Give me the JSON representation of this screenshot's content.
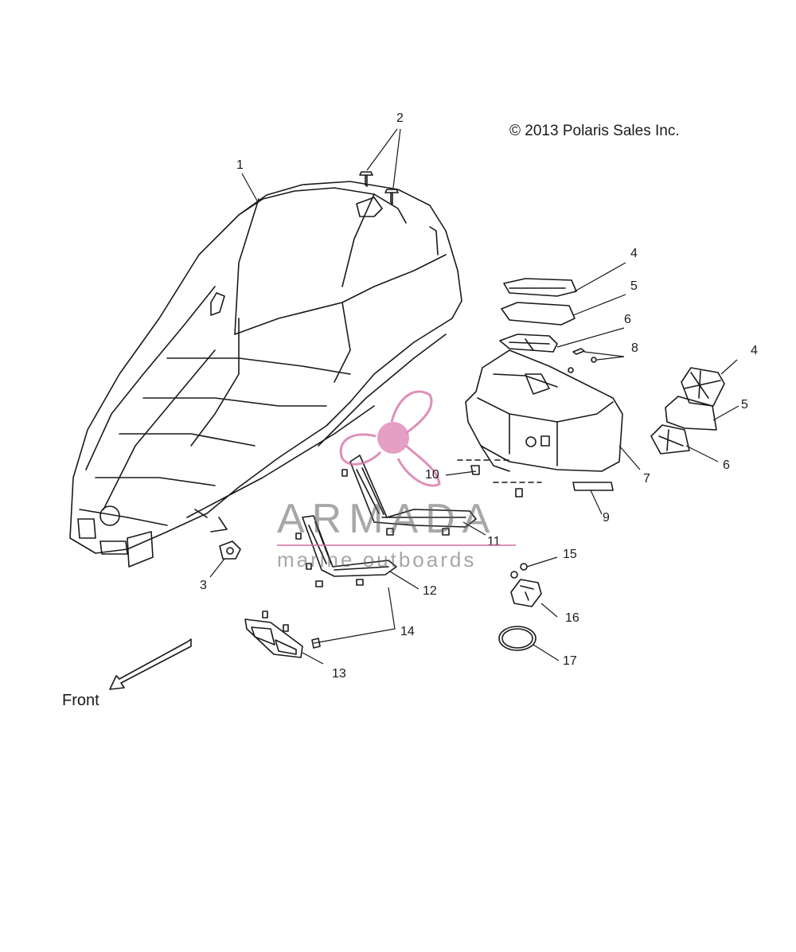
{
  "copyright": "© 2013 Polaris Sales Inc.",
  "front_label": "Front",
  "callouts": [
    "1",
    "2",
    "3",
    "4",
    "5",
    "6",
    "7",
    "8",
    "9",
    "10",
    "11",
    "12",
    "13",
    "14",
    "15",
    "16",
    "17",
    "4",
    "5",
    "6"
  ],
  "watermark": {
    "title": "ARMADA",
    "subtitle": "marine outboards",
    "color": "#d46aa3"
  }
}
